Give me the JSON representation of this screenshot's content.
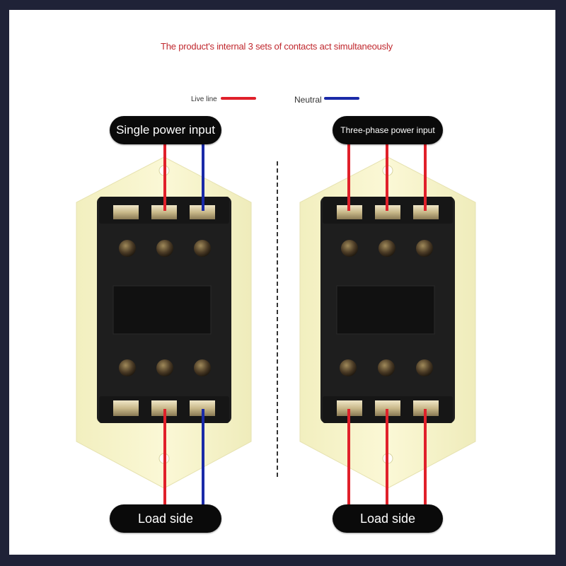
{
  "headline": "The product's internal 3 sets of contacts act simultaneously",
  "legend": {
    "live_label": "Live line",
    "neutral_label": "Neutral",
    "live_color": "#e0202a",
    "neutral_color": "#1a2aa8"
  },
  "left_panel": {
    "input_label": "Single power input",
    "output_label": "Load side"
  },
  "right_panel": {
    "input_label": "Three-phase power input",
    "output_label": "Load side"
  },
  "device": {
    "body_color": "#1e1e1e",
    "mount_plate_color": "#f7f4c8"
  }
}
